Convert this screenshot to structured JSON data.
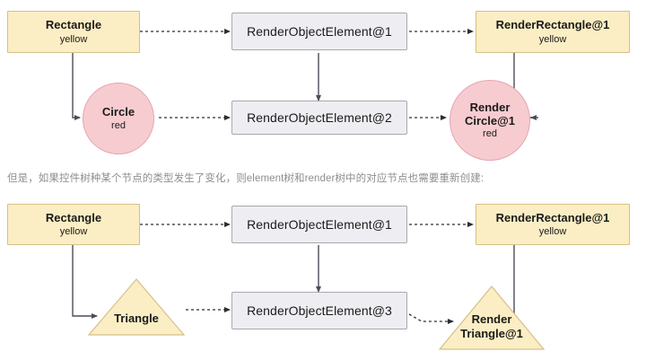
{
  "caption": {
    "text": "但是，如果控件树种某个节点的类型发生了变化，则element树和render树中的对应节点也需要重新创建:",
    "color": "#8e8e93"
  },
  "colors": {
    "yellow_fill": "#fbeec4",
    "yellow_border": "#d4c089",
    "grey_fill": "#eeeef2",
    "grey_border": "#a8a8ae",
    "pink_fill": "#f7ccd0",
    "pink_border": "#e2a6ae",
    "edge": "#4d4d57",
    "background": "#ffffff"
  },
  "diagrams": [
    {
      "name": "unchanged-widget-type",
      "widget_tree": [
        {
          "id": "rectangle",
          "shape": "rect",
          "color": "yellow",
          "title": "Rectangle",
          "sub": "yellow"
        },
        {
          "id": "circle",
          "shape": "circle",
          "color": "red",
          "title": "Circle",
          "sub": "red"
        }
      ],
      "element_tree": [
        {
          "id": "element-1",
          "shape": "rect",
          "color": "grey",
          "title": "RenderObjectElement@1",
          "sub": ""
        },
        {
          "id": "element-2",
          "shape": "rect",
          "color": "grey",
          "title": "RenderObjectElement@2",
          "sub": ""
        }
      ],
      "render_tree": [
        {
          "id": "render-rectangle-1",
          "shape": "rect",
          "color": "yellow",
          "title": "RenderRectangle@1",
          "sub": "yellow"
        },
        {
          "id": "render-circle-1",
          "shape": "circle",
          "color": "red",
          "title_line1": "Render",
          "title_line2": "Circle@1",
          "sub": "red"
        }
      ]
    },
    {
      "name": "changed-widget-type",
      "widget_tree": [
        {
          "id": "rectangle-2",
          "shape": "rect",
          "color": "yellow",
          "title": "Rectangle",
          "sub": "yellow"
        },
        {
          "id": "triangle",
          "shape": "triangle",
          "color": "yellow",
          "title": "Triangle",
          "sub": ""
        }
      ],
      "element_tree": [
        {
          "id": "element-1b",
          "shape": "rect",
          "color": "grey",
          "title": "RenderObjectElement@1",
          "sub": ""
        },
        {
          "id": "element-3",
          "shape": "rect",
          "color": "grey",
          "title": "RenderObjectElement@3",
          "sub": ""
        }
      ],
      "render_tree": [
        {
          "id": "render-rectangle-1b",
          "shape": "rect",
          "color": "yellow",
          "title": "RenderRectangle@1",
          "sub": "yellow"
        },
        {
          "id": "render-triangle-1",
          "shape": "triangle",
          "color": "yellow",
          "title_line1": "Render",
          "title_line2": "Triangle@1",
          "sub": ""
        }
      ]
    }
  ]
}
